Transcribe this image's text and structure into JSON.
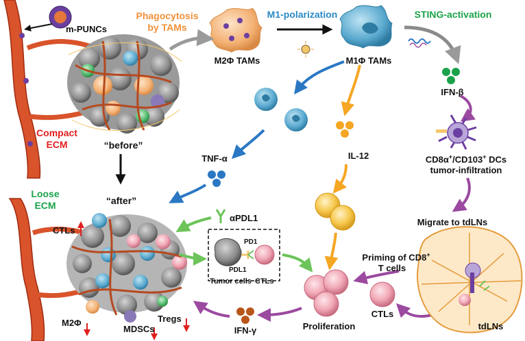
{
  "colors": {
    "vessel": "#d9532b",
    "vessel_dark": "#9e2a10",
    "tumor_gray": "#8a8a8a",
    "m2_orange": "#f3b072",
    "m1_blue": "#5aa9cf",
    "ctl_pink": "#e89aa8",
    "green_treg": "#4fb86a",
    "mdsc_purple": "#8a79b8",
    "orange_label": "#f0913a",
    "blue_label": "#2a8ac4",
    "green_label": "#1aa24a",
    "red_label": "#e02020",
    "arrow_purple": "#9b4aa0",
    "arrow_orange": "#f5a623",
    "arrow_blue": "#2a78c4",
    "arrow_green": "#6cc45a"
  },
  "labels": {
    "m_puncs": "m-PUNCs",
    "phagocytosis_1": "Phagocytosis",
    "phagocytosis_2": "by TAMs",
    "m1_polarization": "M1-polarization",
    "sting_activation": "STING-activation",
    "m2_tams": "M2Φ TAMs",
    "m1_tams": "M1Φ TAMs",
    "ifn_beta": "IFN-β",
    "compact_1": "Compact",
    "compact_2": "ECM",
    "before": "“before”",
    "tnf_alpha": "TNF-α",
    "il_12": "IL-12",
    "dcs_1_a": "CD8α",
    "dcs_1_sup1": "+",
    "dcs_1_b": "/CD103",
    "dcs_1_sup2": "+",
    "dcs_1_c": " DCs",
    "dcs_2": "tumor-infiltration",
    "loose_1": "Loose",
    "loose_2": "ECM",
    "after": "“after”",
    "apdl1": "αPDL1",
    "ctls_left": "CTLs",
    "migrate": "Migrate to tdLNs",
    "pd1": "PD1",
    "pdl1": "PDL1",
    "tumor_cells": "Tumor cells",
    "ctls_box": "CTLs",
    "priming_1": "Priming of CD8",
    "priming_sup": "+",
    "priming_2": "T cells",
    "m2_bottom": "M2Φ",
    "mdscs": "MDSCs",
    "tregs": "Tregs",
    "ifn_gamma": "IFN-γ",
    "proliferation": "Proliferation",
    "ctls_bottom": "CTLs",
    "tdlns": "tdLNs"
  }
}
